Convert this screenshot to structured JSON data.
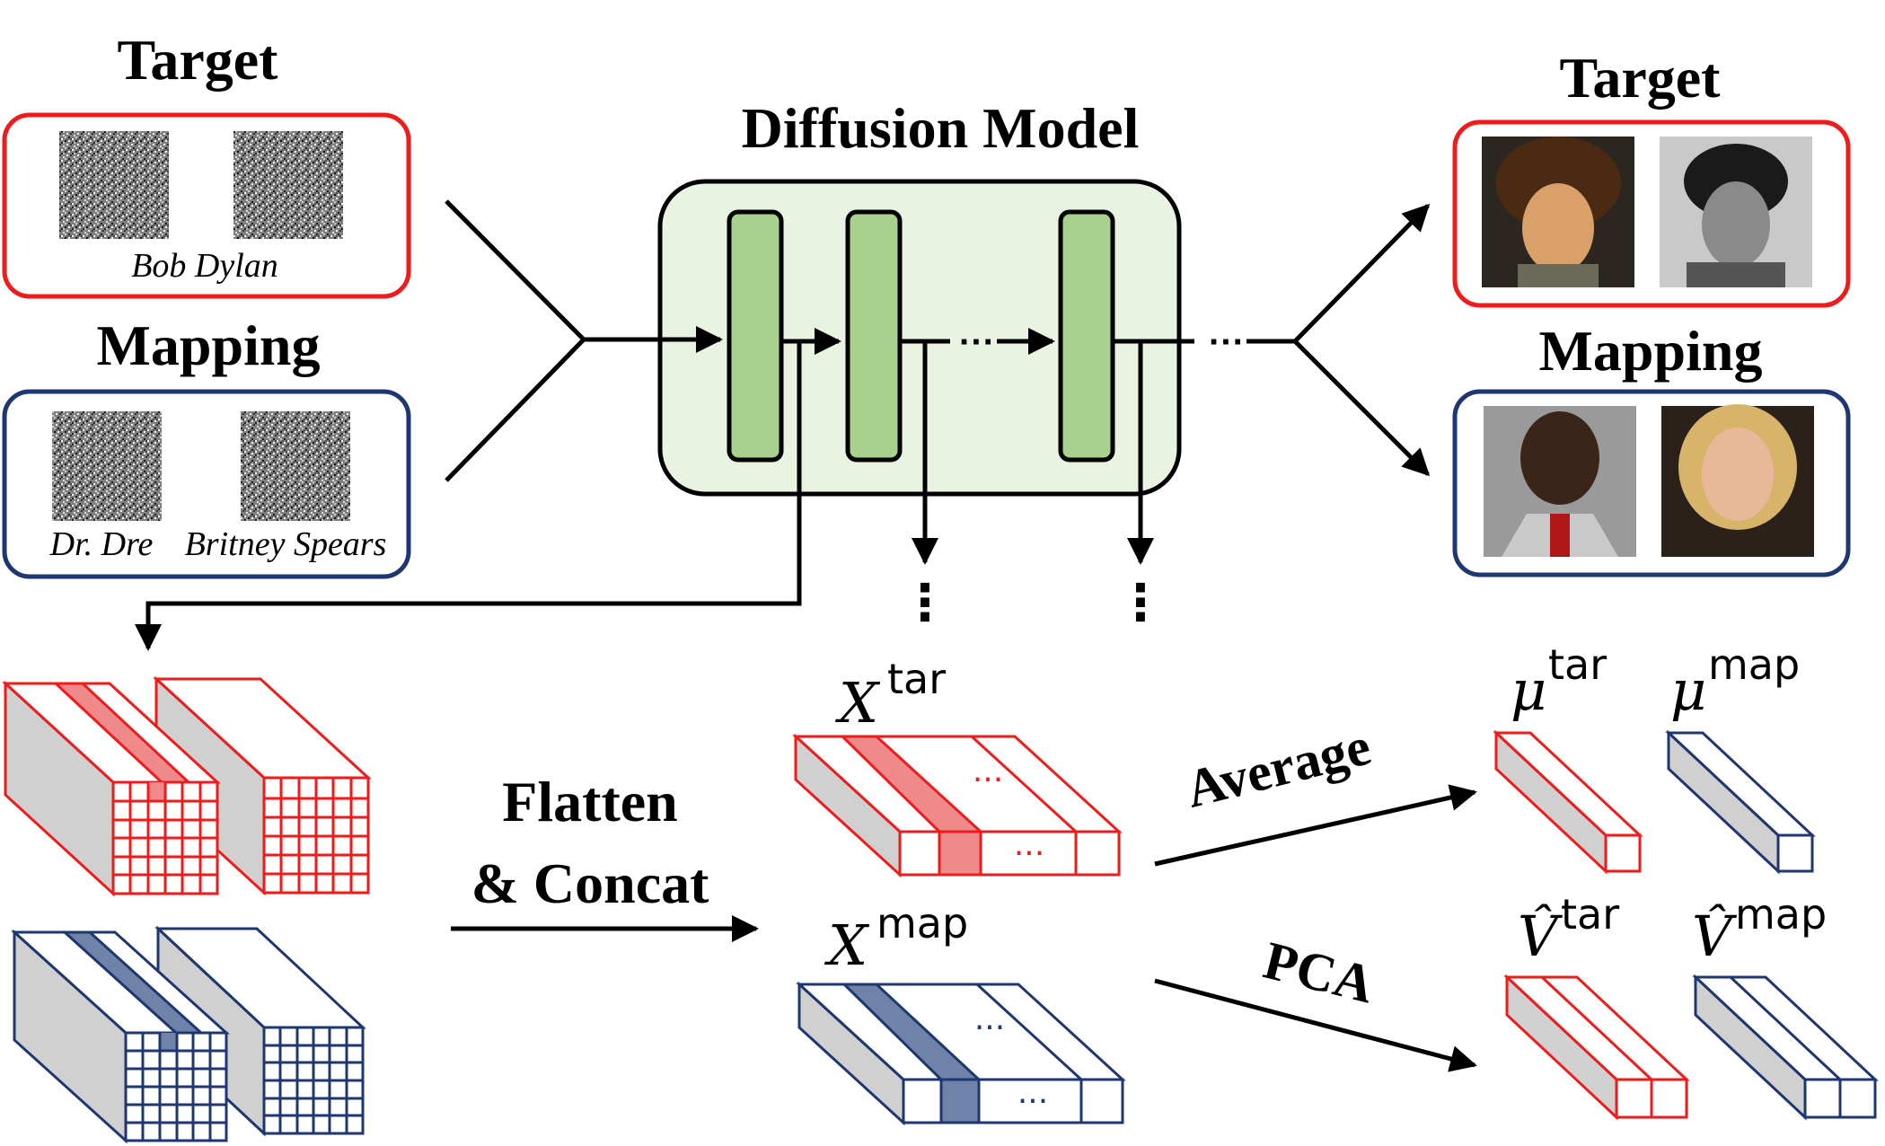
{
  "left": {
    "target_title": "Target",
    "target_caption": "Bob Dylan",
    "mapping_title": "Mapping",
    "mapping_caption_a": "Dr. Dre",
    "mapping_caption_b": "Britney Spears"
  },
  "center": {
    "title": "Diffusion Model",
    "ellipsis": "···",
    "vdots": "⋮"
  },
  "right": {
    "target_title": "Target",
    "mapping_title": "Mapping",
    "target_images": [
      "portrait-bob-dylan-color",
      "portrait-bob-dylan-bw"
    ],
    "mapping_images": [
      "portrait-dr-dre",
      "portrait-britney-spears"
    ]
  },
  "flatten": {
    "line1": "Flatten",
    "line2": "& Concat"
  },
  "matrices": {
    "x_symbol": "X",
    "tar_sup": "tar",
    "map_sup": "map",
    "dots": "···"
  },
  "stats": {
    "average_label": "Average",
    "pca_label": "PCA",
    "mu_symbol": "μ",
    "v_symbol": "V̂",
    "tar_sup": "tar",
    "map_sup": "map"
  },
  "colors": {
    "target": "#ee1c1c",
    "mapping": "#1f3770",
    "block_fill": "#a9d18e",
    "model_fill": "#e8f3e2",
    "side_fill": "#d0d0d0",
    "highlight_red": "#f08a8a",
    "highlight_blue": "#6f82a8"
  }
}
